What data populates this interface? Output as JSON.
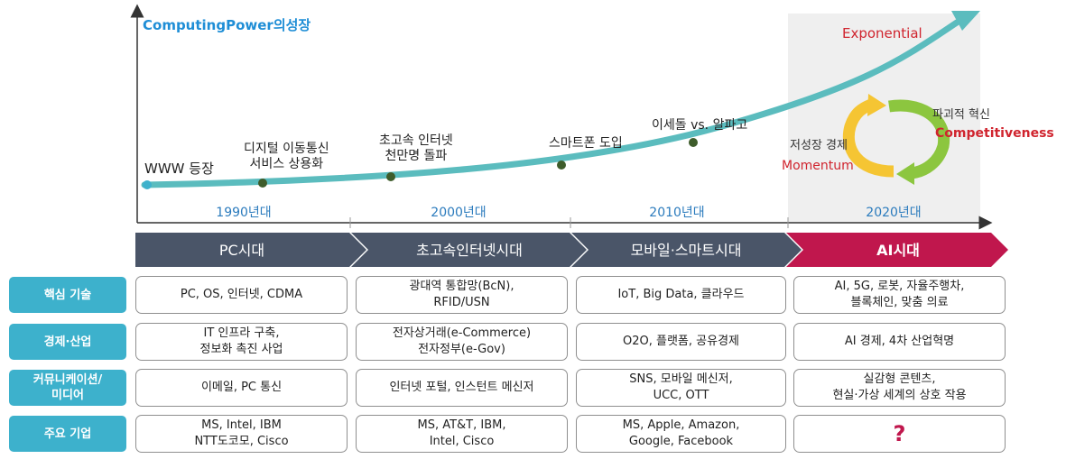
{
  "chart": {
    "title": "ComputingPower의성장",
    "exponential": "Exponential",
    "points": [
      {
        "label": [
          "WWW 등장"
        ]
      },
      {
        "label": [
          "디지털 이동통신",
          "서비스 상용화"
        ]
      },
      {
        "label": [
          "초고속 인터넷",
          "천만명 돌파"
        ]
      },
      {
        "label": [
          "스마트폰 도입"
        ]
      },
      {
        "label": [
          "이세돌 vs. 알파고"
        ]
      }
    ],
    "cycle": {
      "left_ko": "저성장 경제",
      "left_en": "Momentum",
      "right_ko": "파괴적 혁신",
      "right_en": "Competitiveness"
    },
    "eras": [
      "1990년대",
      "2000년대",
      "2010년대",
      "2020년대"
    ]
  },
  "banners": [
    "PC시대",
    "초고속인터넷시대",
    "모바일·스마트시대",
    "AI시대"
  ],
  "colors": {
    "banner_dark": "#4a5568",
    "banner_ai": "#c0174d",
    "row_label": "#3db1cc",
    "curve": "#5bbcbe",
    "dot": "#3e5c2b"
  },
  "rows": [
    {
      "label": [
        "핵심 기술"
      ],
      "cells": [
        [
          "PC, OS, 인터넷, CDMA"
        ],
        [
          "광대역 통합망(BcN),",
          "RFID/USN"
        ],
        [
          "IoT, Big Data, 클라우드"
        ],
        [
          "AI, 5G, 로봇, 자율주행차,",
          "블록체인, 맞춤 의료"
        ]
      ]
    },
    {
      "label": [
        "경제·산업"
      ],
      "cells": [
        [
          "IT 인프라 구축,",
          "정보화 촉진 사업"
        ],
        [
          "전자상거래(e-Commerce)",
          "전자정부(e-Gov)"
        ],
        [
          "O2O, 플랫폼, 공유경제"
        ],
        [
          "AI 경제, 4차 산업혁명"
        ]
      ]
    },
    {
      "label": [
        "커뮤니케이션/",
        "미디어"
      ],
      "cells": [
        [
          "이메일, PC 통신"
        ],
        [
          "인터넷 포털, 인스턴트 메신저"
        ],
        [
          "SNS, 모바일 메신저,",
          "UCC, OTT"
        ],
        [
          "실감형 콘텐츠,",
          "현실·가상 세계의 상호 작용"
        ]
      ]
    },
    {
      "label": [
        "주요 기업"
      ],
      "cells": [
        [
          "MS, Intel, IBM",
          "NTT도코모, Cisco"
        ],
        [
          "MS, AT&T, IBM,",
          "Intel, Cisco"
        ],
        [
          "MS, Apple, Amazon,",
          "Google, Facebook"
        ],
        [
          "?"
        ]
      ]
    }
  ]
}
